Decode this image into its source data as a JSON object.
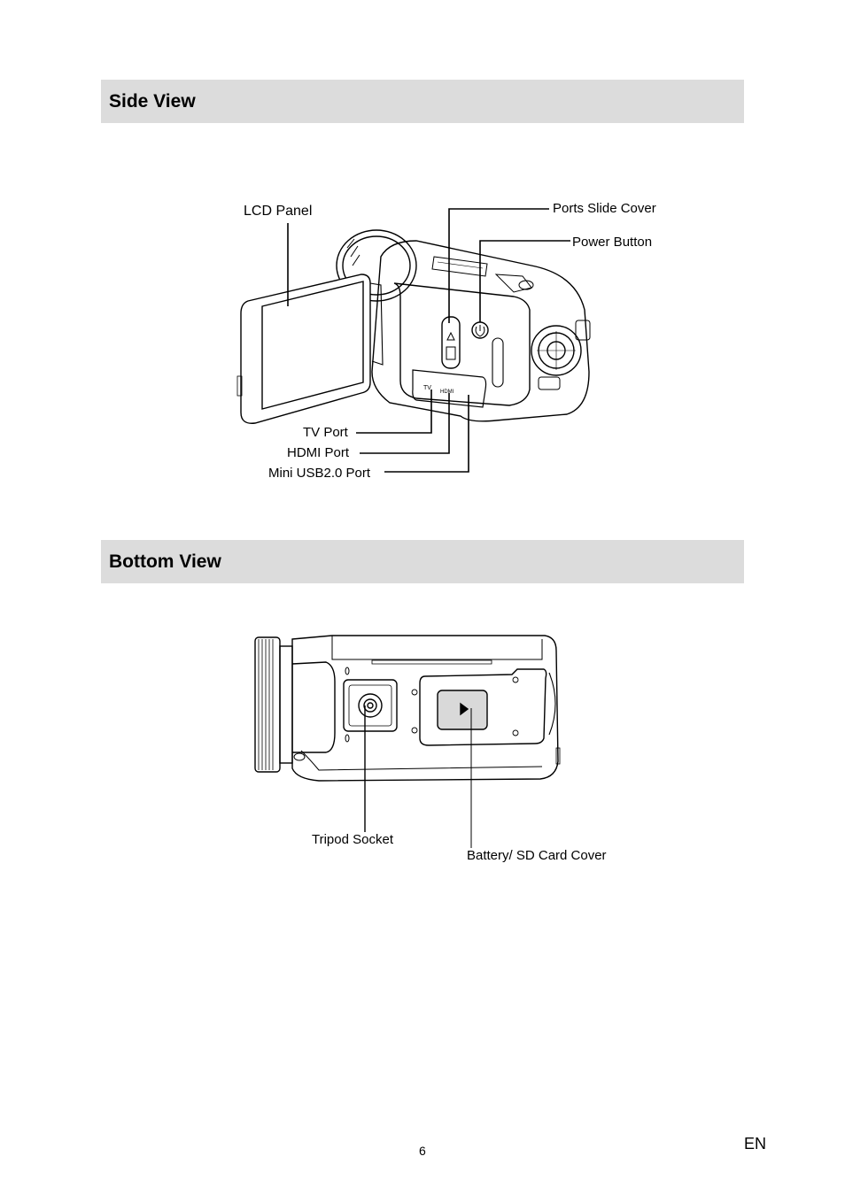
{
  "sections": [
    {
      "title": "Side View"
    },
    {
      "title": "Bottom View"
    }
  ],
  "side_view": {
    "labels": {
      "lcd_panel": "LCD Panel",
      "ports_slide_cover": "Ports Slide Cover",
      "power_button": "Power Button",
      "tv_port": "TV Port",
      "hdmi_port": "HDMI Port",
      "mini_usb_port": "Mini USB2.0 Port"
    }
  },
  "bottom_view": {
    "labels": {
      "tripod_socket": "Tripod Socket",
      "battery_sd_cover": "Battery/ SD Card Cover"
    }
  },
  "footer": {
    "page_number": "6",
    "language": "EN"
  }
}
